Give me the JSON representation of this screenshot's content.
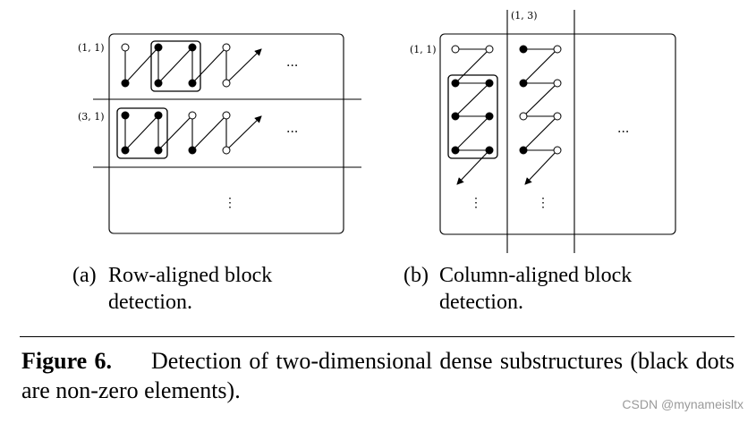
{
  "panel_a": {
    "labels": [
      "(1, 1)",
      "(3, 1)"
    ],
    "ellipsis_right": [
      "···",
      "···"
    ],
    "ellipsis_down": "⋮",
    "caption_tag": "(a)",
    "caption_line1": "Row-aligned block",
    "caption_line2": "detection."
  },
  "panel_b": {
    "labels": [
      "(1, 1)",
      "(1, 3)"
    ],
    "ellipsis_right": "···",
    "ellipsis_down": [
      "⋮",
      "⋮"
    ],
    "caption_tag": "(b)",
    "caption_line1": "Column-aligned block",
    "caption_line2": "detection."
  },
  "figure_caption": {
    "label": "Figure 6.",
    "text": "Detection of two-dimensional dense substructures (black dots are non-zero elements)."
  },
  "watermark": "CSDN @mynameisltx"
}
